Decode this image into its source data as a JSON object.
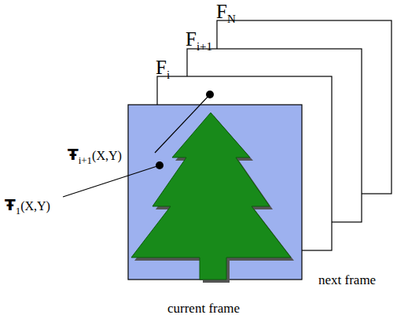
{
  "diagram": {
    "labels": [
      "F",
      "N",
      "F",
      "i+1",
      "F",
      "i",
      "Ŧ",
      "i+1",
      "(X,Y)",
      "Ŧ",
      "1",
      "(X,Y)",
      "next frame",
      "current frame"
    ]
  }
}
